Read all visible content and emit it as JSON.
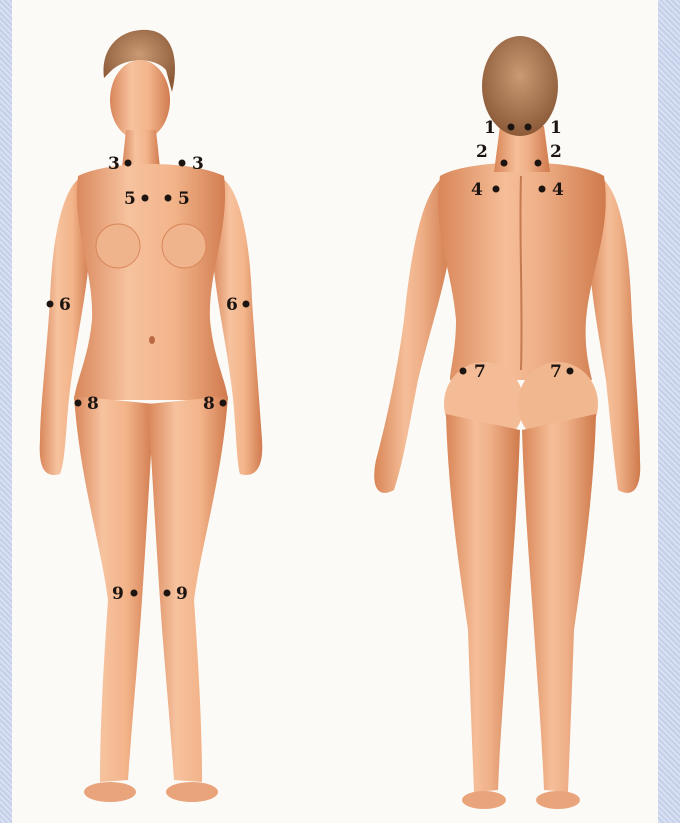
{
  "figures": [
    {
      "view": "front"
    },
    {
      "view": "back"
    }
  ],
  "points": [
    {
      "label": "1",
      "side": "left",
      "figure": "back"
    },
    {
      "label": "1",
      "side": "right",
      "figure": "back"
    },
    {
      "label": "2",
      "side": "left",
      "figure": "back"
    },
    {
      "label": "2",
      "side": "right",
      "figure": "back"
    },
    {
      "label": "3",
      "side": "left",
      "figure": "front"
    },
    {
      "label": "3",
      "side": "right",
      "figure": "front"
    },
    {
      "label": "4",
      "side": "left",
      "figure": "back"
    },
    {
      "label": "4",
      "side": "right",
      "figure": "back"
    },
    {
      "label": "5",
      "side": "left",
      "figure": "front"
    },
    {
      "label": "5",
      "side": "right",
      "figure": "front"
    },
    {
      "label": "6",
      "side": "left",
      "figure": "front"
    },
    {
      "label": "6",
      "side": "right",
      "figure": "front"
    },
    {
      "label": "7",
      "side": "left",
      "figure": "back"
    },
    {
      "label": "7",
      "side": "right",
      "figure": "back"
    },
    {
      "label": "8",
      "side": "left",
      "figure": "front"
    },
    {
      "label": "8",
      "side": "right",
      "figure": "front"
    },
    {
      "label": "9",
      "side": "left",
      "figure": "front"
    },
    {
      "label": "9",
      "side": "right",
      "figure": "front"
    }
  ],
  "colors": {
    "background_border": "#c4d0ea",
    "panel": "#fbfaf7",
    "skin": "#f2b48c",
    "skin_shadow": "#d9865a",
    "hair": "#b07a52",
    "marker": "#1c1410"
  }
}
